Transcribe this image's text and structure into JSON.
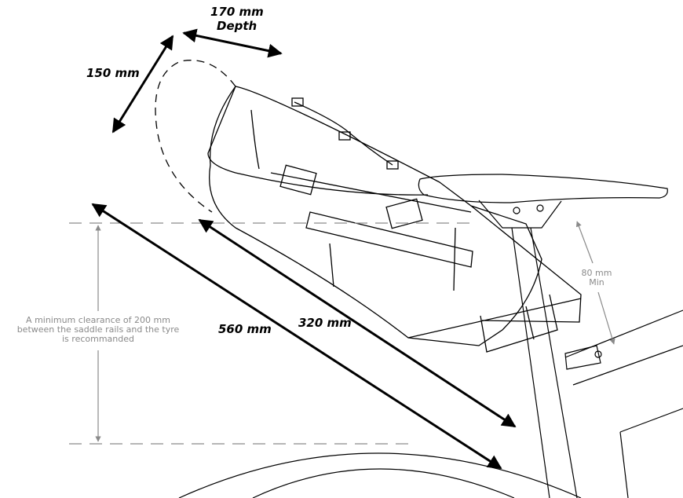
{
  "dimensions": {
    "depth_value": "170 mm",
    "depth_label": "Depth",
    "height_value": "150 mm",
    "bag_length": "320 mm",
    "total_length": "560 mm"
  },
  "clearance_note": {
    "line1": "A minimum clearance of 200 mm",
    "line2": "between the saddle rails and the tyre",
    "line3": "is recommanded"
  },
  "seatpost_note": {
    "line1": "80 mm",
    "line2": "Min"
  },
  "colors": {
    "ink": "#000000",
    "guide": "#8a8a8a"
  }
}
